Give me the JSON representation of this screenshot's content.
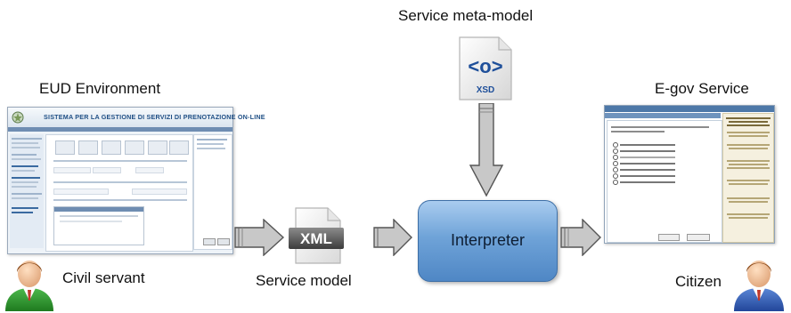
{
  "labels": {
    "service_meta_model": "Service meta-model",
    "eud_environment": "EUD Environment",
    "egov_service": "E-gov Service",
    "service_model": "Service model",
    "civil_servant": "Civil servant",
    "citizen": "Citizen",
    "interpreter": "Interpreter"
  },
  "icons": {
    "xml": "XML",
    "xsd": "XSD",
    "xsd_symbol": "<o>"
  },
  "eud_screen": {
    "title": "SISTEMA PER LA GESTIONE DI SERVIZI DI PRENOTAZIONE ON-LINE"
  },
  "colors": {
    "interpreter_fill": "#6fa3d8",
    "arrow_fill": "#c8c8c8",
    "xsd_blue": "#1e4f9a"
  }
}
